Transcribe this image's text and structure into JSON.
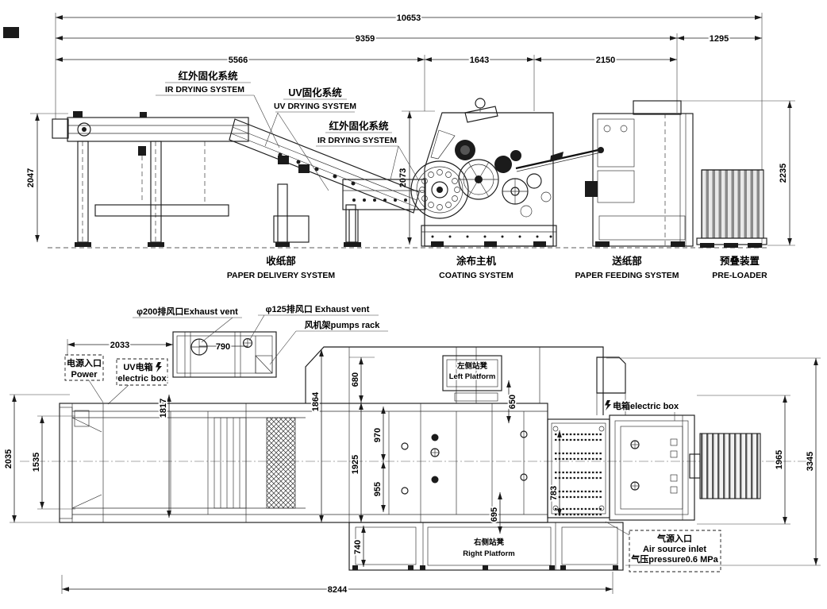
{
  "palette": {
    "ink": "#1b1b1b",
    "paper": "#ffffff"
  },
  "top": {
    "dims": {
      "overall": "10653",
      "body": "9359",
      "preloader": "1295",
      "delivery": "5566",
      "coating": "1643",
      "feeding": "2150",
      "delivery_height": "2047",
      "coating_height": "2073",
      "stack_height": "2235"
    },
    "callouts": {
      "ir1_zh": "红外固化系统",
      "ir1_en": "IR DRYING SYSTEM",
      "uv_zh": "UV固化系统",
      "uv_en": "UV DRYING SYSTEM",
      "ir2_zh": "红外固化系统",
      "ir2_en": "IR DRYING SYSTEM"
    },
    "sections": {
      "delivery_zh": "收纸部",
      "delivery_en": "PAPER DELIVERY SYSTEM",
      "coating_zh": "涂布主机",
      "coating_en": "COATING SYSTEM",
      "feeding_zh": "送纸部",
      "feeding_en": "PAPER FEEDING SYSTEM",
      "preloader_zh": "预叠装置",
      "preloader_en": "PRE-LOADER"
    }
  },
  "plan": {
    "dims": {
      "d2033": "2033",
      "d790": "790",
      "d2035": "2035",
      "d1535": "1535",
      "d1817": "1817",
      "d1864": "1864",
      "d680": "680",
      "d650": "650",
      "d970": "970",
      "d1925": "1925",
      "d955": "955",
      "d695": "695",
      "d740": "740",
      "d783": "783",
      "d1965": "1965",
      "d3345": "3345",
      "d8244": "8244"
    },
    "callouts": {
      "exhaust200": "φ200排风口Exhaust vent",
      "exhaust125": "φ125排风口 Exhaust vent",
      "pumps_rack": "风机架pumps rack",
      "power_zh": "电源入口",
      "power_en": "Power",
      "uv_box_zh": "UV电箱",
      "uv_box_en": "electric box",
      "left_platform_zh": "左侧站凳",
      "left_platform_en": "Left Platform",
      "electric_box": "电箱electric box",
      "right_platform_zh": "右侧站凳",
      "right_platform_en": "Right Platform",
      "air_zh": "气源入口",
      "air_en": "Air source inlet",
      "air_pressure": "气压pressure0.6 MPa"
    }
  }
}
